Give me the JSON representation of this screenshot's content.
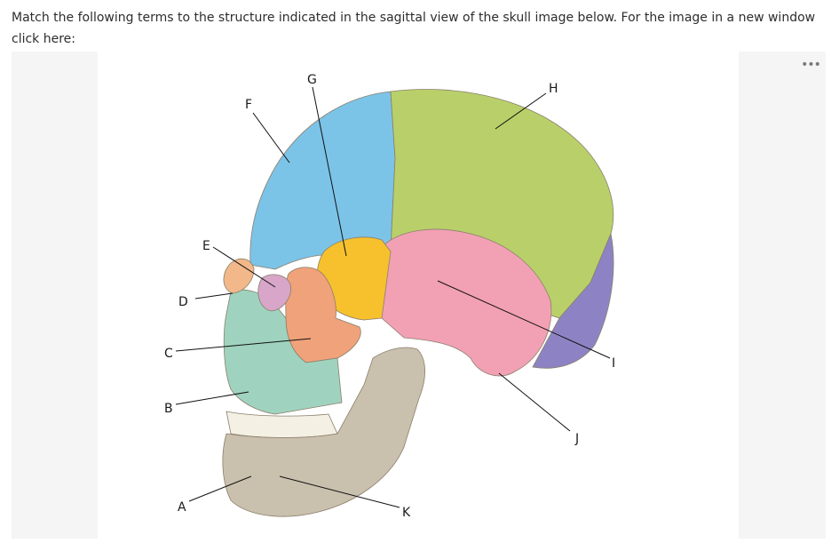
{
  "question": {
    "text": "Match the following terms to the structure indicated in the sagittal view of the skull image below. For the image in a new window click here:"
  },
  "toolbar": {
    "more_label": "•••"
  },
  "figure": {
    "labels": {
      "A": "A",
      "B": "B",
      "C": "C",
      "D": "D",
      "E": "E",
      "F": "F",
      "G": "G",
      "H": "H",
      "I": "I",
      "J": "J",
      "K": "K"
    },
    "colors": {
      "frontal": "#7cc3e8",
      "parietal": "#b9d06a",
      "occipital": "#8d83c4",
      "temporal": "#f2a0b4",
      "sphenoid": "#f7c12e",
      "zygomatic": "#f0a27a",
      "maxilla": "#9fd3bf",
      "mandible": "#c9c0ad",
      "nasal": "#f2b88a",
      "lacrimal": "#d7a6c8",
      "teeth": "#f4f0e4"
    }
  }
}
